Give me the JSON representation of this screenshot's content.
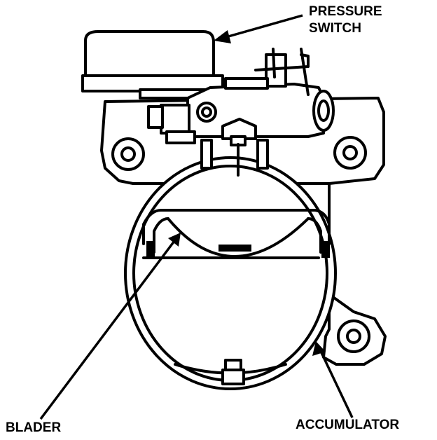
{
  "labels": {
    "pressure_switch_line1": "PRESSURE",
    "pressure_switch_line2": "SWITCH",
    "blader": "BLADER",
    "accumulator": "ACCUMULATOR"
  },
  "colors": {
    "ink": "#000000",
    "paper": "#ffffff"
  }
}
